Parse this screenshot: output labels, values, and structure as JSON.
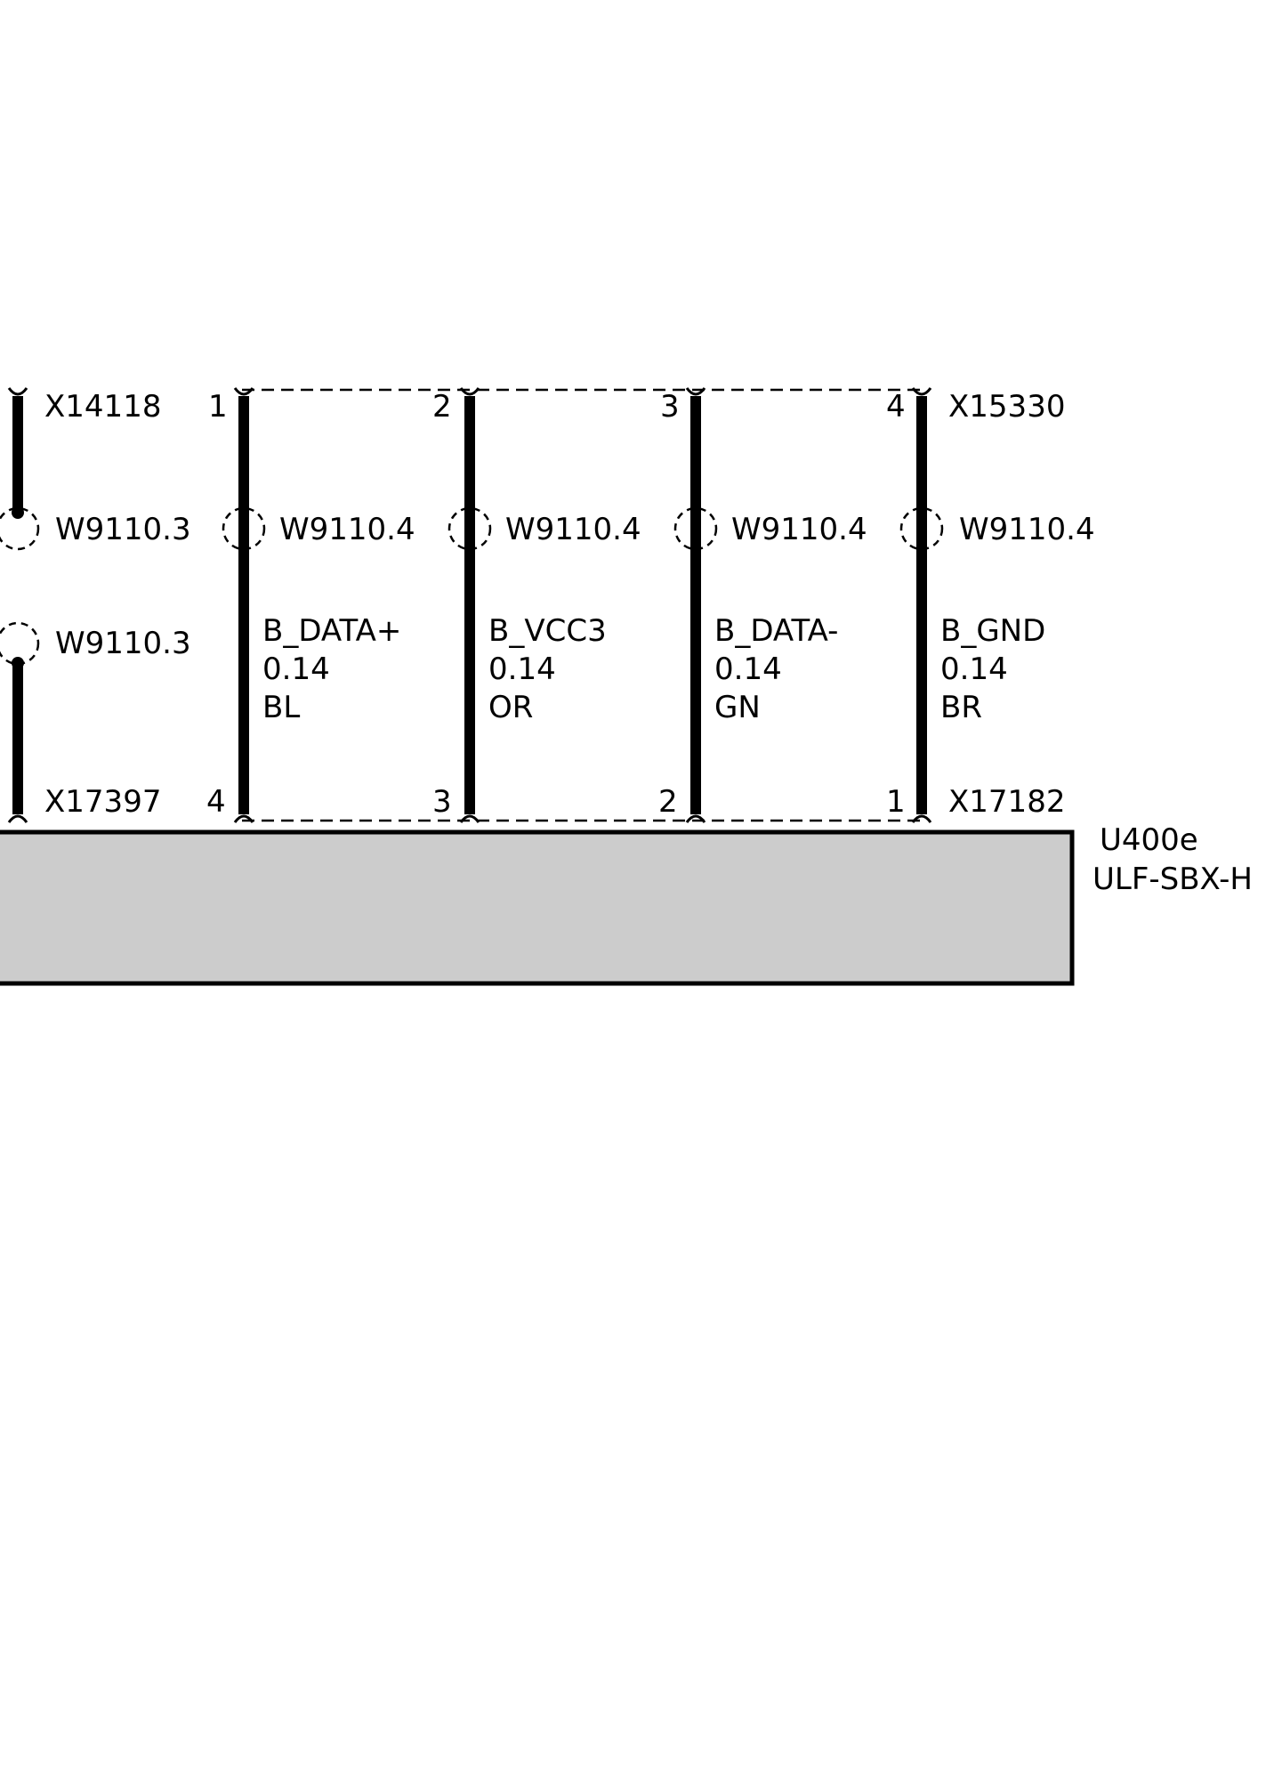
{
  "connectors": {
    "top_left": "X14118",
    "bottom_left": "X17397",
    "top_right": "X15330",
    "bottom_right": "X17182"
  },
  "left_wire": {
    "shield_upper": "W9110.3",
    "shield_lower": "W9110.3"
  },
  "wires": [
    {
      "top_pin": "1",
      "bottom_pin": "4",
      "shield": "W9110.4",
      "signal": "B_DATA+",
      "size": "0.14",
      "color": "BL"
    },
    {
      "top_pin": "2",
      "bottom_pin": "3",
      "shield": "W9110.4",
      "signal": "B_VCC3",
      "size": "0.14",
      "color": "OR"
    },
    {
      "top_pin": "3",
      "bottom_pin": "2",
      "shield": "W9110.4",
      "signal": "B_DATA-",
      "size": "0.14",
      "color": "GN"
    },
    {
      "top_pin": "4",
      "bottom_pin": "1",
      "shield": "W9110.4",
      "signal": "B_GND",
      "size": "0.14",
      "color": "BR"
    }
  ],
  "module": {
    "id": "U400e",
    "name": "ULF-SBX-H",
    "fill": "#cccccc"
  }
}
